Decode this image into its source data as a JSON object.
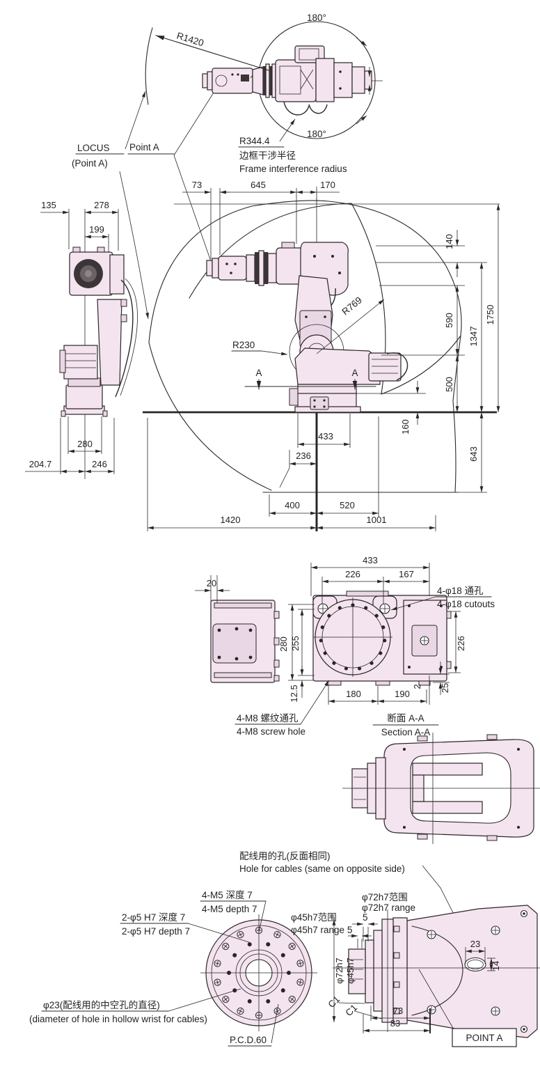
{
  "colors": {
    "body_fill": "#f4e4ef",
    "body_shade": "#ead7e5",
    "line": "#2a2627",
    "dark": "#3b3537"
  },
  "top_detail": {
    "angle_top": "180°",
    "angle_bottom": "180°",
    "r1420": "R1420",
    "locus": "LOCUS",
    "locus_sub": "(Point A)",
    "point_a": "Point A",
    "r344": "R344.4",
    "frame_cn": "边框干涉半径",
    "frame_en": "Frame interference radius"
  },
  "main_view": {
    "dims_top": [
      "73",
      "645",
      "170"
    ],
    "dims_left_top": [
      "135",
      "278",
      "199"
    ],
    "dims_left_bottom": [
      "280",
      "204.7",
      "246"
    ],
    "dims_right": [
      "140",
      "590",
      "500",
      "1347",
      "1750",
      "160",
      "643"
    ],
    "dims_bottom": [
      "433",
      "236",
      "400",
      "520",
      "1420",
      "1001"
    ],
    "r769": "R769",
    "r230": "R230",
    "section_letter": "A"
  },
  "section_view": {
    "d20": "20",
    "d433": "433",
    "d226": "226",
    "d167": "167",
    "d280": "280",
    "d255": "255",
    "d125": "12.5",
    "d180": "180",
    "d190": "190",
    "d2": "2",
    "d25": "25",
    "d226r": "226",
    "cutout_cn": "4-φ18 通孔",
    "cutout_en": "4-φ18 cutouts",
    "screw_cn": "4-M8 螺纹通孔",
    "screw_en": "4-M8 screw hole",
    "title_cn": "断面 A-A",
    "title_en": "Section A-A"
  },
  "cable_note": {
    "cn": "配线用的孔(反面相同)",
    "en": "Hole for cables (same on opposite side)"
  },
  "flange_view": {
    "m5_cn": "4-M5 深度 7",
    "m5_en": "4-M5 depth 7",
    "h7_cn": "2-φ5 H7 深度 7",
    "h7_en": "2-φ5 H7 depth 7",
    "d23_cn": "φ23(配线用的中空孔的直径)",
    "d23_en": "(diameter of hole in hollow wrist for cables)",
    "pcd": "P.C.D.60"
  },
  "wrist_view": {
    "r72_cn": "φ72h7范围",
    "r72_en": "φ72h7 range",
    "five": "5",
    "r45_cn": "φ45h7范围",
    "r45_en": "φ45h7 range 5",
    "d72": "φ72h7",
    "d45": "φ45h7",
    "c1": "C1",
    "d73": "73",
    "d83": "83",
    "d23": "23",
    "d14": "14",
    "point_a_box": "POINT A"
  }
}
